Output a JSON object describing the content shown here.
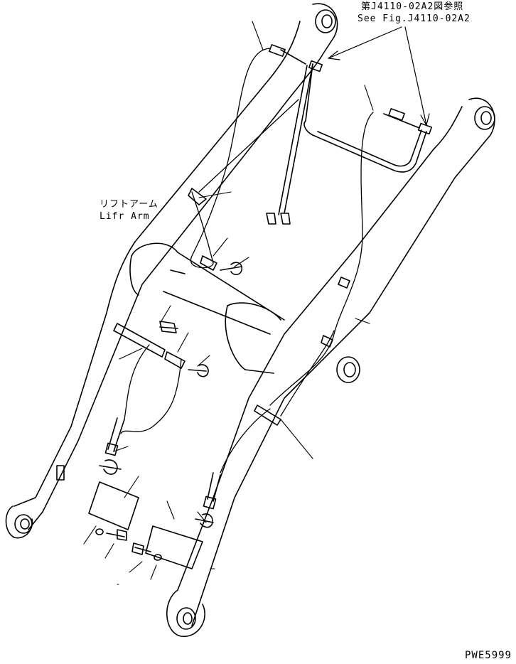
{
  "reference": {
    "line_jp": "第J4110-02A2図参照",
    "line_en": "See Fig.J4110-02A2"
  },
  "part_label": {
    "jp": "リフトアーム",
    "en": "Lifr Arm"
  },
  "figure_code": "PWE5999",
  "colors": {
    "ink": "#000000",
    "paper": "#ffffff"
  }
}
